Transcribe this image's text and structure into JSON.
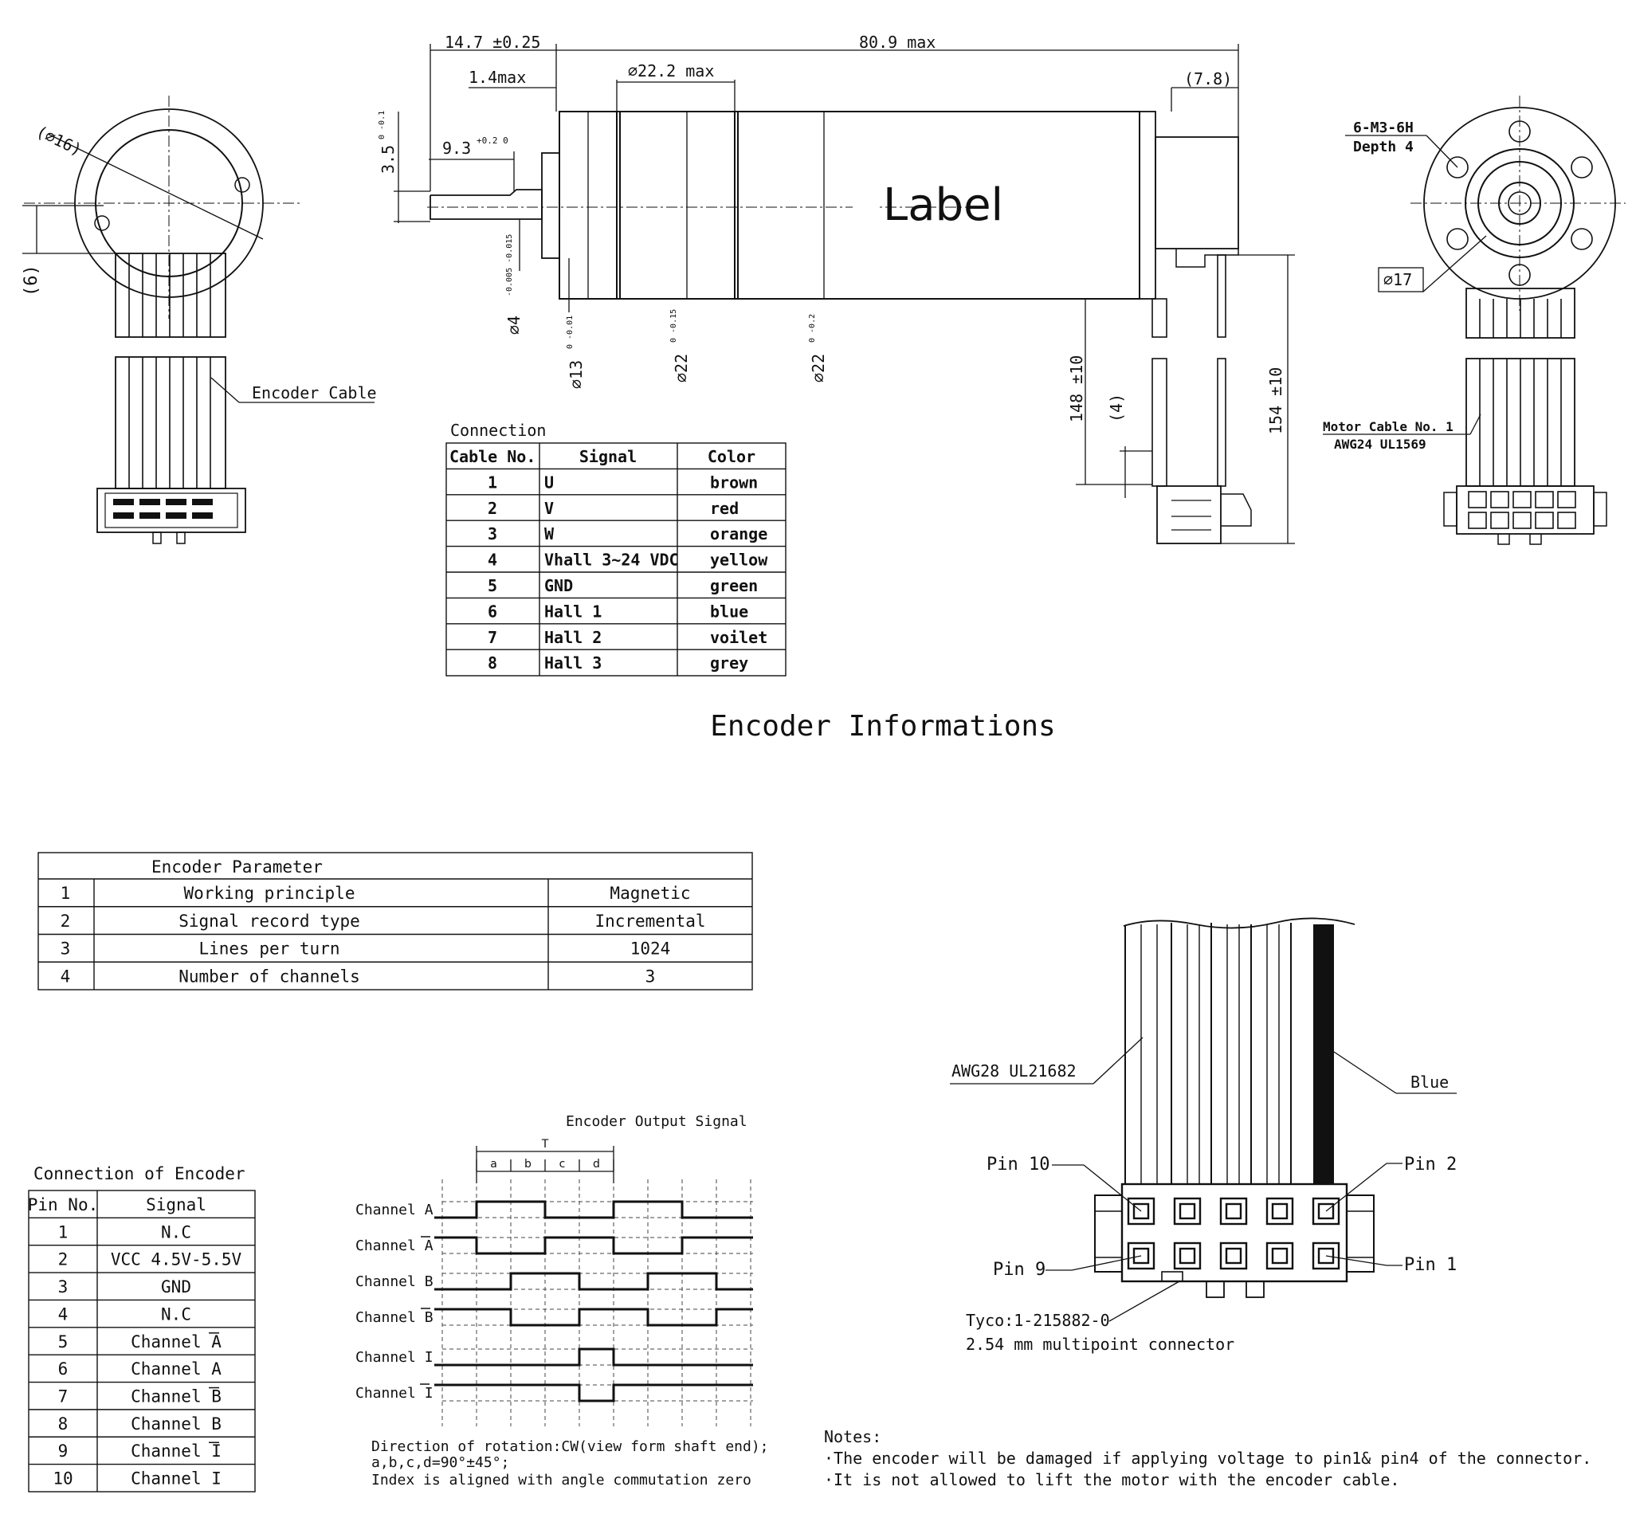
{
  "top_dims": {
    "d1": "14.7 ±0.25",
    "d2": "80.9 max",
    "d3": "1.4max",
    "d4": "⌀22.2 max",
    "d5": "(7.8)",
    "d6": "9.3",
    "d6_tol": "+0.2  0",
    "d7": "3.5",
    "d7_tol": "0  -0.1",
    "d8": "⌀4",
    "d8_tol": "-0.005 -0.015",
    "d9": "⌀13",
    "d9_tol": "0  -0.01",
    "d10": "⌀22",
    "d10_tol": "0  -0.15",
    "d11": "⌀22",
    "d11_tol": "0  -0.2",
    "d12": "148 ±10",
    "d13": "(4)",
    "d14": "154 ±10",
    "left_d16": "(⌀16)",
    "left_d6": "(6)",
    "encoder_cable": "Encoder Cable",
    "label": "Label",
    "thread": "6-M3-6H",
    "depth": "Depth 4",
    "d17": "⌀17",
    "motor_cable_1": "Motor Cable No. 1",
    "motor_cable_2": "AWG24 UL1569"
  },
  "connection": {
    "title": "Connection",
    "headers": [
      "Cable No.",
      "Signal",
      "Color"
    ],
    "rows": [
      [
        "1",
        "U",
        "brown"
      ],
      [
        "2",
        "V",
        "red"
      ],
      [
        "3",
        "W",
        "orange"
      ],
      [
        "4",
        "Vhall 3~24 VDC",
        "yellow"
      ],
      [
        "5",
        "GND",
        "green"
      ],
      [
        "6",
        "Hall 1",
        "blue"
      ],
      [
        "7",
        "Hall 2",
        "voilet"
      ],
      [
        "8",
        "Hall 3",
        "grey"
      ]
    ]
  },
  "section_title": "Encoder Informations",
  "encoder_param": {
    "title": "Encoder Parameter",
    "rows": [
      [
        "1",
        "Working principle",
        "Magnetic"
      ],
      [
        "2",
        "Signal record type",
        "Incremental"
      ],
      [
        "3",
        "Lines per turn",
        "1024"
      ],
      [
        "4",
        "Number of channels",
        "3"
      ]
    ]
  },
  "enc_conn": {
    "title": "Connection of Encoder",
    "headers": [
      "Pin No.",
      "Signal"
    ],
    "rows": [
      [
        "1",
        "N.C"
      ],
      [
        "2",
        "VCC 4.5V-5.5V"
      ],
      [
        "3",
        "GND"
      ],
      [
        "4",
        "N.C"
      ],
      [
        "5",
        "Channel A"
      ],
      [
        "6",
        "Channel A"
      ],
      [
        "7",
        "Channel B"
      ],
      [
        "8",
        "Channel B"
      ],
      [
        "9",
        "Channel I"
      ],
      [
        "10",
        "Channel I"
      ]
    ],
    "overline_rows": [
      4,
      6,
      8
    ]
  },
  "signal": {
    "title": "Encoder Output Signal",
    "T": "T",
    "phases": [
      "a",
      "b",
      "c",
      "d"
    ],
    "channels": [
      "Channel A",
      "Channel A",
      "Channel B",
      "Channel B",
      "Channel I",
      "Channel I"
    ],
    "inverted": [
      false,
      true,
      false,
      true,
      false,
      true
    ],
    "note1": "Direction of rotation:CW(view form shaft end);",
    "note2": "a,b,c,d=90°±45°;",
    "note3": "Index is aligned with angle commutation zero"
  },
  "connector": {
    "awg": "AWG28 UL21682",
    "blue": "Blue",
    "pin10": "Pin 10",
    "pin2": "Pin 2",
    "pin9": "Pin 9",
    "pin1": "Pin 1",
    "tyco": "Tyco:1-215882-0",
    "desc": "2.54 mm multipoint connector"
  },
  "notes": {
    "title": "Notes:",
    "n1": "·The encoder will be damaged if applying voltage to pin1& pin4 of the connector.",
    "n2": "·It is not allowed to lift the motor with the encoder cable."
  }
}
